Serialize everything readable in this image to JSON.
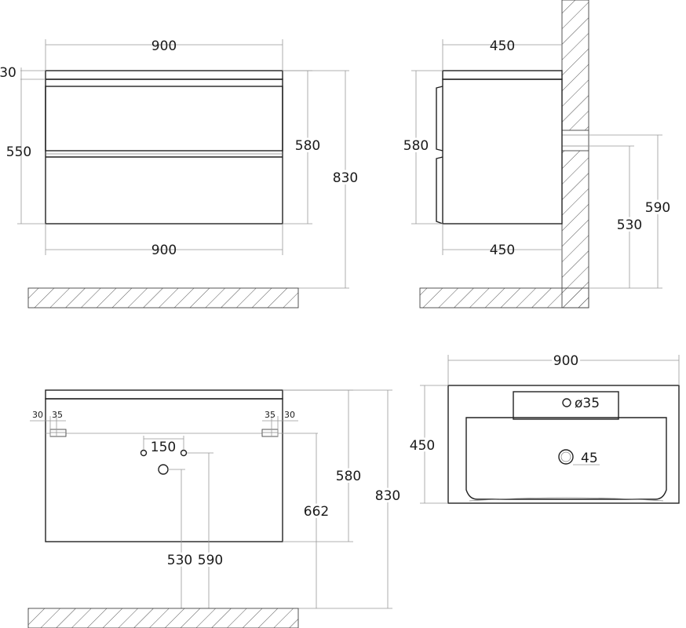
{
  "colors": {
    "stroke": "#222222",
    "dimension_line": "#999999",
    "hatch": "#555555",
    "background": "#ffffff"
  },
  "front_view": {
    "width_top": "900",
    "width_bottom": "900",
    "countertop_thickness": "30",
    "drawer_height": "550",
    "body_height": "580",
    "total_height": "830"
  },
  "side_view": {
    "depth_top": "450",
    "depth_bottom": "450",
    "body_height": "580",
    "mount_height_upper": "590",
    "mount_height_lower": "530"
  },
  "back_view": {
    "bracket_offset_left_outer": "30",
    "bracket_offset_left_inner": "35",
    "bracket_offset_right_inner": "35",
    "bracket_offset_right_outer": "30",
    "pipe_spacing": "150",
    "body_height": "580",
    "bracket_height": "662",
    "total_height": "830",
    "pipe_height_lower": "530",
    "pipe_height_upper": "590"
  },
  "top_view": {
    "width": "900",
    "depth": "450",
    "tap_hole": "ø35",
    "drain_hole": "45"
  }
}
